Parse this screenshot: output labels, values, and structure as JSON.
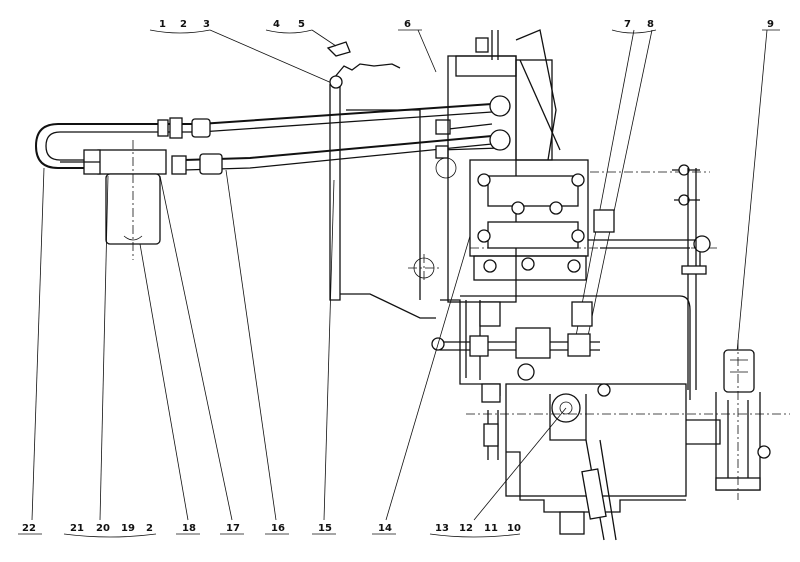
{
  "labels": {
    "top": [
      {
        "id": "t-1",
        "text": "1"
      },
      {
        "id": "t-2",
        "text": "2"
      },
      {
        "id": "t-3",
        "text": "3"
      },
      {
        "id": "t-4",
        "text": "4"
      },
      {
        "id": "t-5",
        "text": "5"
      },
      {
        "id": "t-6",
        "text": "6"
      },
      {
        "id": "t-7",
        "text": "7"
      },
      {
        "id": "t-8",
        "text": "8"
      },
      {
        "id": "t-9",
        "text": "9"
      }
    ],
    "bottom": [
      {
        "id": "b-22",
        "text": "22"
      },
      {
        "id": "b-21",
        "text": "21"
      },
      {
        "id": "b-20",
        "text": "20"
      },
      {
        "id": "b-19",
        "text": "19"
      },
      {
        "id": "b-2",
        "text": "2"
      },
      {
        "id": "b-18",
        "text": "18"
      },
      {
        "id": "b-17",
        "text": "17"
      },
      {
        "id": "b-16",
        "text": "16"
      },
      {
        "id": "b-15",
        "text": "15"
      },
      {
        "id": "b-14",
        "text": "14"
      },
      {
        "id": "b-13",
        "text": "13"
      },
      {
        "id": "b-12",
        "text": "12"
      },
      {
        "id": "b-11",
        "text": "11"
      },
      {
        "id": "b-10",
        "text": "10"
      }
    ]
  }
}
